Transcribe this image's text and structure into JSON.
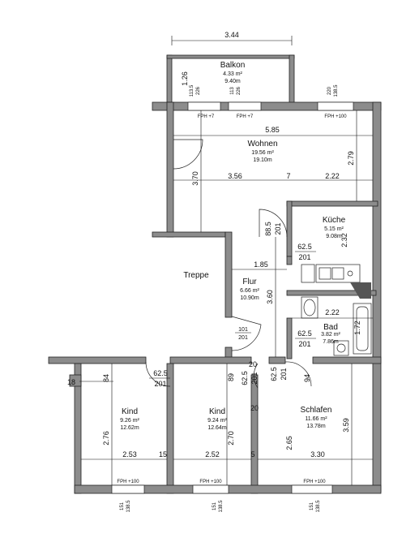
{
  "plan": {
    "rooms": [
      {
        "id": "balkon",
        "name": "Balkon",
        "area": "4.33 m²",
        "perimeter": "9.40m"
      },
      {
        "id": "wohnen",
        "name": "Wohnen",
        "area": "19.56 m²",
        "perimeter": "19.10m"
      },
      {
        "id": "kueche",
        "name": "Küche",
        "area": "5.15 m²",
        "perimeter": "9.08m"
      },
      {
        "id": "flur",
        "name": "Flur",
        "area": "6.66 m²",
        "perimeter": "10.90m"
      },
      {
        "id": "bad",
        "name": "Bad",
        "area": "3.82 m²",
        "perimeter": "7.86m"
      },
      {
        "id": "kind1",
        "name": "Kind",
        "area": "9.26 m²",
        "perimeter": "12.62m"
      },
      {
        "id": "kind2",
        "name": "Kind",
        "area": "9.24 m²",
        "perimeter": "12.64m"
      },
      {
        "id": "schlafen",
        "name": "Schlafen",
        "area": "11.66 m²",
        "perimeter": "13.78m"
      }
    ],
    "treppe": "Treppe",
    "dimensions": {
      "balkon_width": "3.44",
      "balkon_depth": "1.26",
      "wohnen_width": "5.85",
      "wohnen_height": "2.79",
      "wohnen_depth": "3.70",
      "seg_356": "3.56",
      "seg_7": "7",
      "seg_222": "2.22",
      "kueche_height": "2.32",
      "flur_width": "1.85",
      "flur_height": "3.60",
      "bad_width": "2.22",
      "bad_height": "1.72",
      "kind1_width": "2.53",
      "kind1_height": "2.76",
      "kind1_top": "84",
      "kind1_18": "18",
      "kind1_15": "15",
      "kind2_width": "2.52",
      "kind2_height": "2.70",
      "kind2_89": "89",
      "kind2_5": "5",
      "schlafen_width": "3.30",
      "schlafen_height": "2.65",
      "schlafen_359": "3.59",
      "schlafen_94": "94",
      "d20a": "20",
      "d20b": "20"
    },
    "doors": [
      {
        "id": "door-kueche",
        "top": "88.5",
        "bottom": "201"
      },
      {
        "id": "door-kueche-side",
        "top": "62.5",
        "bottom": "201"
      },
      {
        "id": "door-entry",
        "top": "101",
        "bottom": "201"
      },
      {
        "id": "door-bad",
        "top": "62.5",
        "bottom": "201"
      },
      {
        "id": "door-kind1",
        "top": "62.5",
        "bottom": "201"
      },
      {
        "id": "door-kind2",
        "top": "62.5",
        "bottom": "201"
      },
      {
        "id": "door-schlafen",
        "top": "62.5",
        "bottom": "201"
      }
    ],
    "windows": {
      "balkon_fph": [
        "FPH +7",
        "FPH +7",
        "FPH +100"
      ],
      "top_sill": [
        {
          "a": "113.5",
          "b": "226"
        },
        {
          "a": "113",
          "b": "226"
        },
        {
          "a": "220",
          "b": "138.5"
        }
      ],
      "bottom_fph": [
        "FPH +100",
        "FPH +100",
        "FPH +100"
      ],
      "bottom_sill": [
        {
          "a": "151",
          "b": "138.5"
        },
        {
          "a": "151",
          "b": "138.5"
        },
        {
          "a": "151",
          "b": "138.5"
        }
      ]
    }
  }
}
